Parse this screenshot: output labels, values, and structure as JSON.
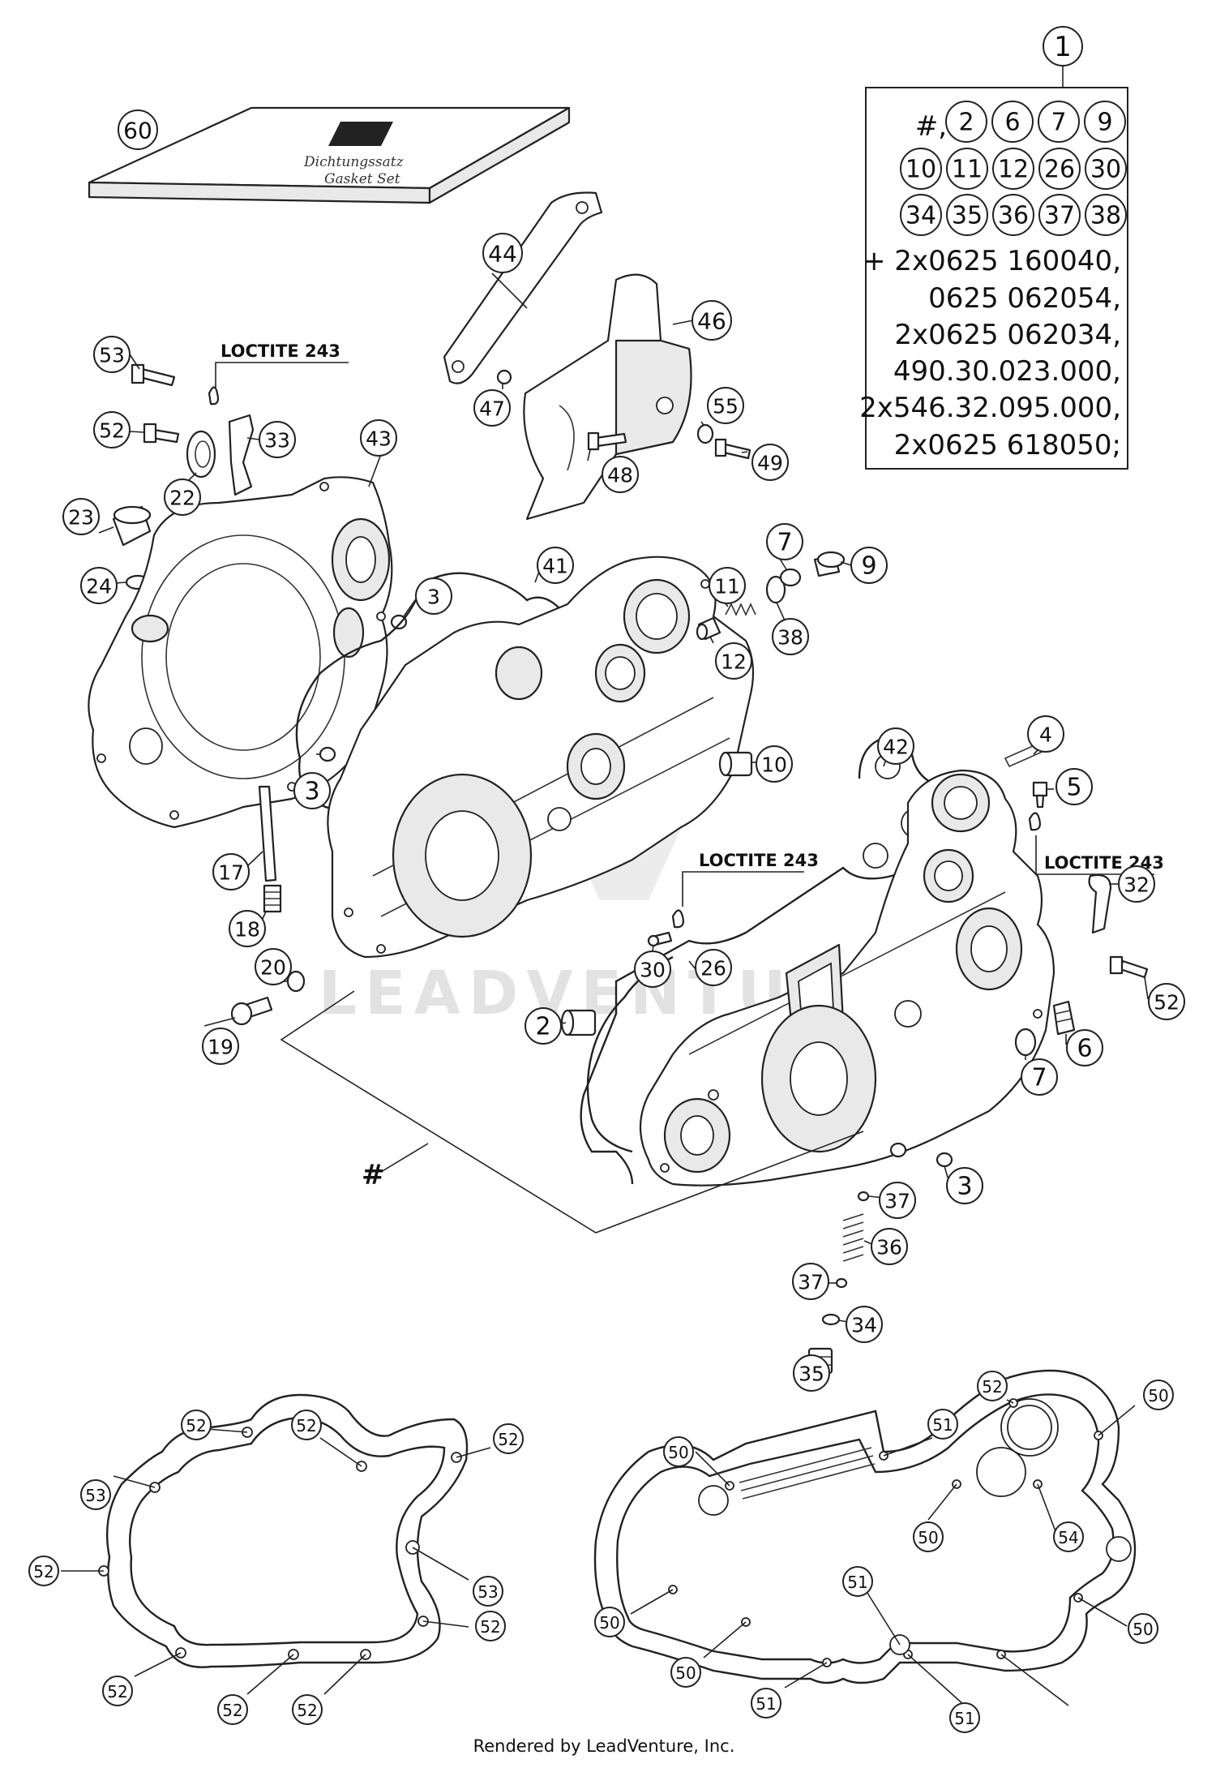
{
  "kit_box": {
    "prefix": "#,",
    "callout_rows": [
      [
        "2",
        "6",
        "7",
        "9"
      ],
      [
        "10",
        "11",
        "12",
        "26",
        "30"
      ],
      [
        "34",
        "35",
        "36",
        "37",
        "38"
      ]
    ],
    "text_lines": [
      "+ 2x0625 160040,",
      "0625 062054,",
      "2x0625 062034,",
      "490.30.023.000,",
      "2x546.32.095.000,",
      "2x0625 618050;"
    ]
  },
  "booklet_text": [
    "Dichtungssatz",
    "Gasket Set"
  ],
  "loctite_labels": [
    "LOCTITE 243",
    "LOCTITE 243",
    "LOCTITE 243"
  ],
  "hash_label": "#",
  "watermark": "LEADVENTURE",
  "footer": "Rendered by LeadVenture, Inc.",
  "callouts": [
    "1",
    "60",
    "44",
    "46",
    "47",
    "48",
    "55",
    "49",
    "53",
    "52",
    "33",
    "22",
    "43",
    "23",
    "24",
    "3",
    "41",
    "11",
    "7",
    "9",
    "38",
    "12",
    "10",
    "3",
    "17",
    "18",
    "20",
    "19",
    "42",
    "4",
    "5",
    "32",
    "52",
    "30",
    "26",
    "2",
    "6",
    "7",
    "3",
    "37",
    "36",
    "37",
    "34",
    "35",
    "52",
    "52",
    "52",
    "53",
    "52",
    "53",
    "52",
    "52",
    "52",
    "52",
    "52",
    "50",
    "50",
    "51",
    "50",
    "54",
    "51",
    "50",
    "50",
    "50",
    "51",
    "51"
  ]
}
